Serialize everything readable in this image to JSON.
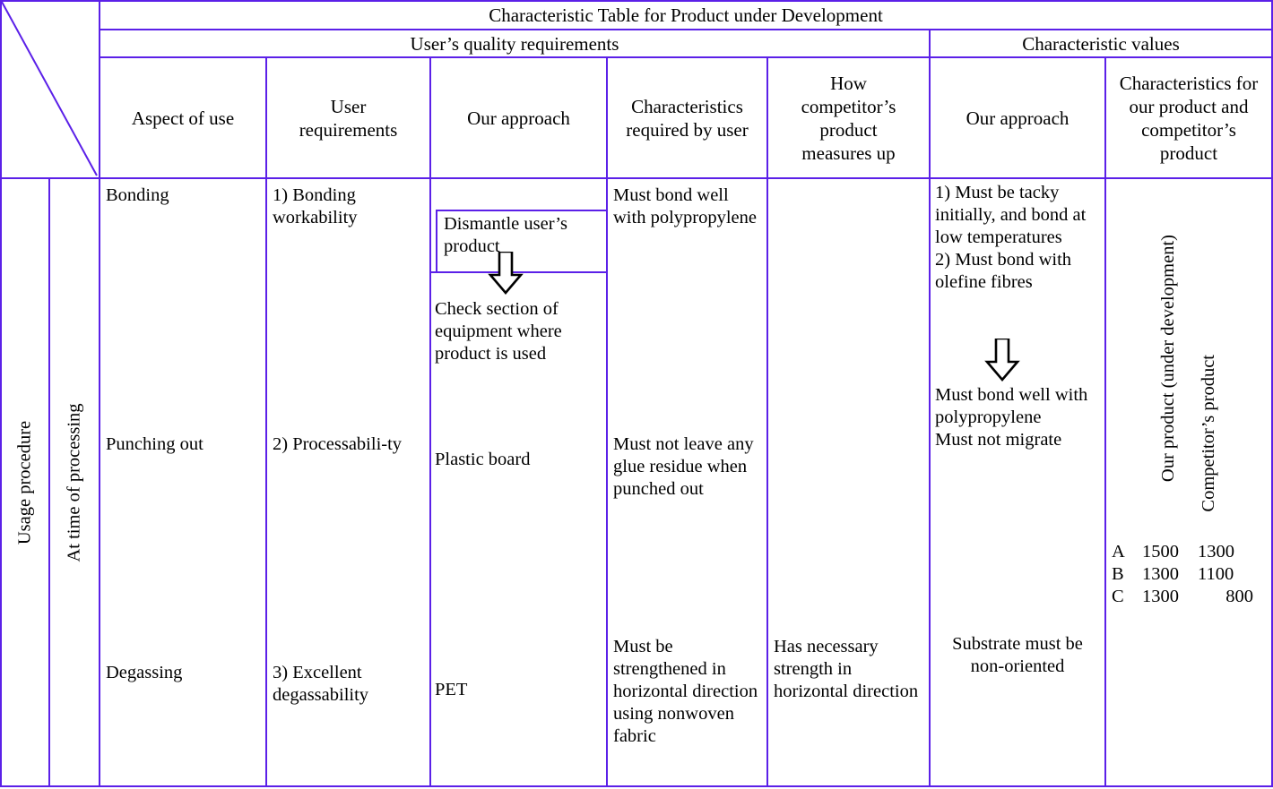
{
  "document": {
    "title": "Characteristic Table for Product under Development",
    "border_color": "#5b20e8",
    "text_color": "#000000"
  },
  "header": {
    "title": "Characteristic Table for Product under Development",
    "groups": [
      {
        "label": "User’s quality requirements"
      },
      {
        "label": "Characteristic values"
      }
    ],
    "columns": [
      {
        "label": "Aspect of use"
      },
      {
        "label": "User requirements"
      },
      {
        "label": "Our approach"
      },
      {
        "label": "Characteristics required by user"
      },
      {
        "label": "How competitor’s product measures up"
      },
      {
        "label": "Our approach"
      },
      {
        "label": "Characteristics for our product and competitor’s product"
      }
    ]
  },
  "row_headers": {
    "outer": "Usage procedure",
    "inner": "At time of processing"
  },
  "rows": [
    {
      "aspect_of_use": "Bonding",
      "user_requirements": "1) Bonding workability",
      "our_approach_flow": {
        "step1": "Dismantle user’s product",
        "arrow": "down-arrow",
        "step2": "Check section of equipment where product is used"
      },
      "characteristics_required": "Must bond well with polypropylene",
      "competitor_measures_up": "",
      "characteristic_values_approach": {
        "items": "1) Must be tacky initially, and bond at low temperatures\n2) Must bond with olefine fibres",
        "arrow": "down-arrow",
        "result": "Must bond well with polypropylene\nMust not migrate"
      }
    },
    {
      "aspect_of_use": "Punching out",
      "user_requirements": "2)  Processabili-ty",
      "our_approach": "Plastic board",
      "characteristics_required": "Must not leave any glue residue when punched out",
      "competitor_measures_up": ""
    },
    {
      "aspect_of_use": "Degassing",
      "user_requirements": "3) Excellent degassability",
      "our_approach": "PET",
      "characteristics_required": "Must be strengthened in horizontal direction using nonwoven fabric",
      "competitor_measures_up": "Has necessary strength in horizontal direction",
      "characteristic_values_approach": "Substrate must be non-oriented"
    }
  ],
  "characteristics_panel": {
    "vertical_labels": [
      "Our product (under development)",
      "Competitor’s product"
    ],
    "measurements": [
      {
        "grade": "A",
        "our_product": "1500",
        "competitor_product": "1300"
      },
      {
        "grade": "B",
        "our_product": "1300",
        "competitor_product": "1100"
      },
      {
        "grade": "C",
        "our_product": "1300",
        "competitor_product": "800"
      }
    ]
  }
}
